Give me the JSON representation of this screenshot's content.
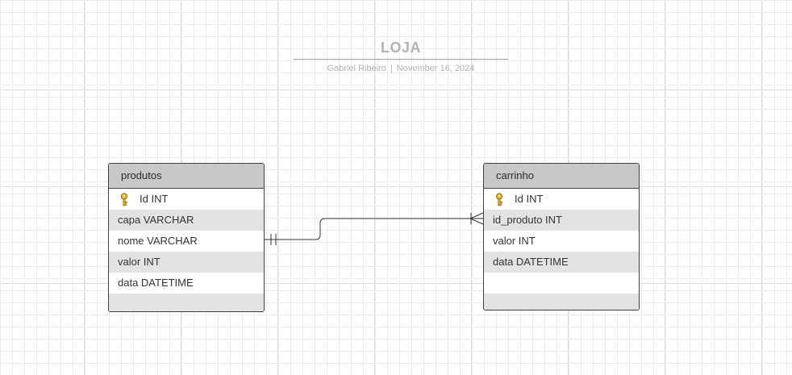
{
  "diagram": {
    "title": "LOJA",
    "author": "Gabriel Ribeiro",
    "separator": "|",
    "date": "November 16, 2024"
  },
  "entities": {
    "produtos": {
      "name": "produtos",
      "fields": [
        "Id INT",
        "capa VARCHAR",
        "nome VARCHAR",
        "valor INT",
        "data DATETIME",
        ""
      ]
    },
    "carrinho": {
      "name": "carrinho",
      "fields": [
        "Id INT",
        "id_produto INT",
        "valor INT",
        "data DATETIME",
        "",
        ""
      ]
    }
  },
  "relationship": {
    "from": "produtos.nome",
    "to": "carrinho.id_produto",
    "from_cardinality": "one-and-only-one",
    "to_cardinality": "one-or-many"
  },
  "icons": {
    "primary_key": "key-icon"
  },
  "colors": {
    "header_fill": "#c8c8c8",
    "alt_row_fill": "#e3e3e3",
    "key_gold": "#e6b422"
  }
}
